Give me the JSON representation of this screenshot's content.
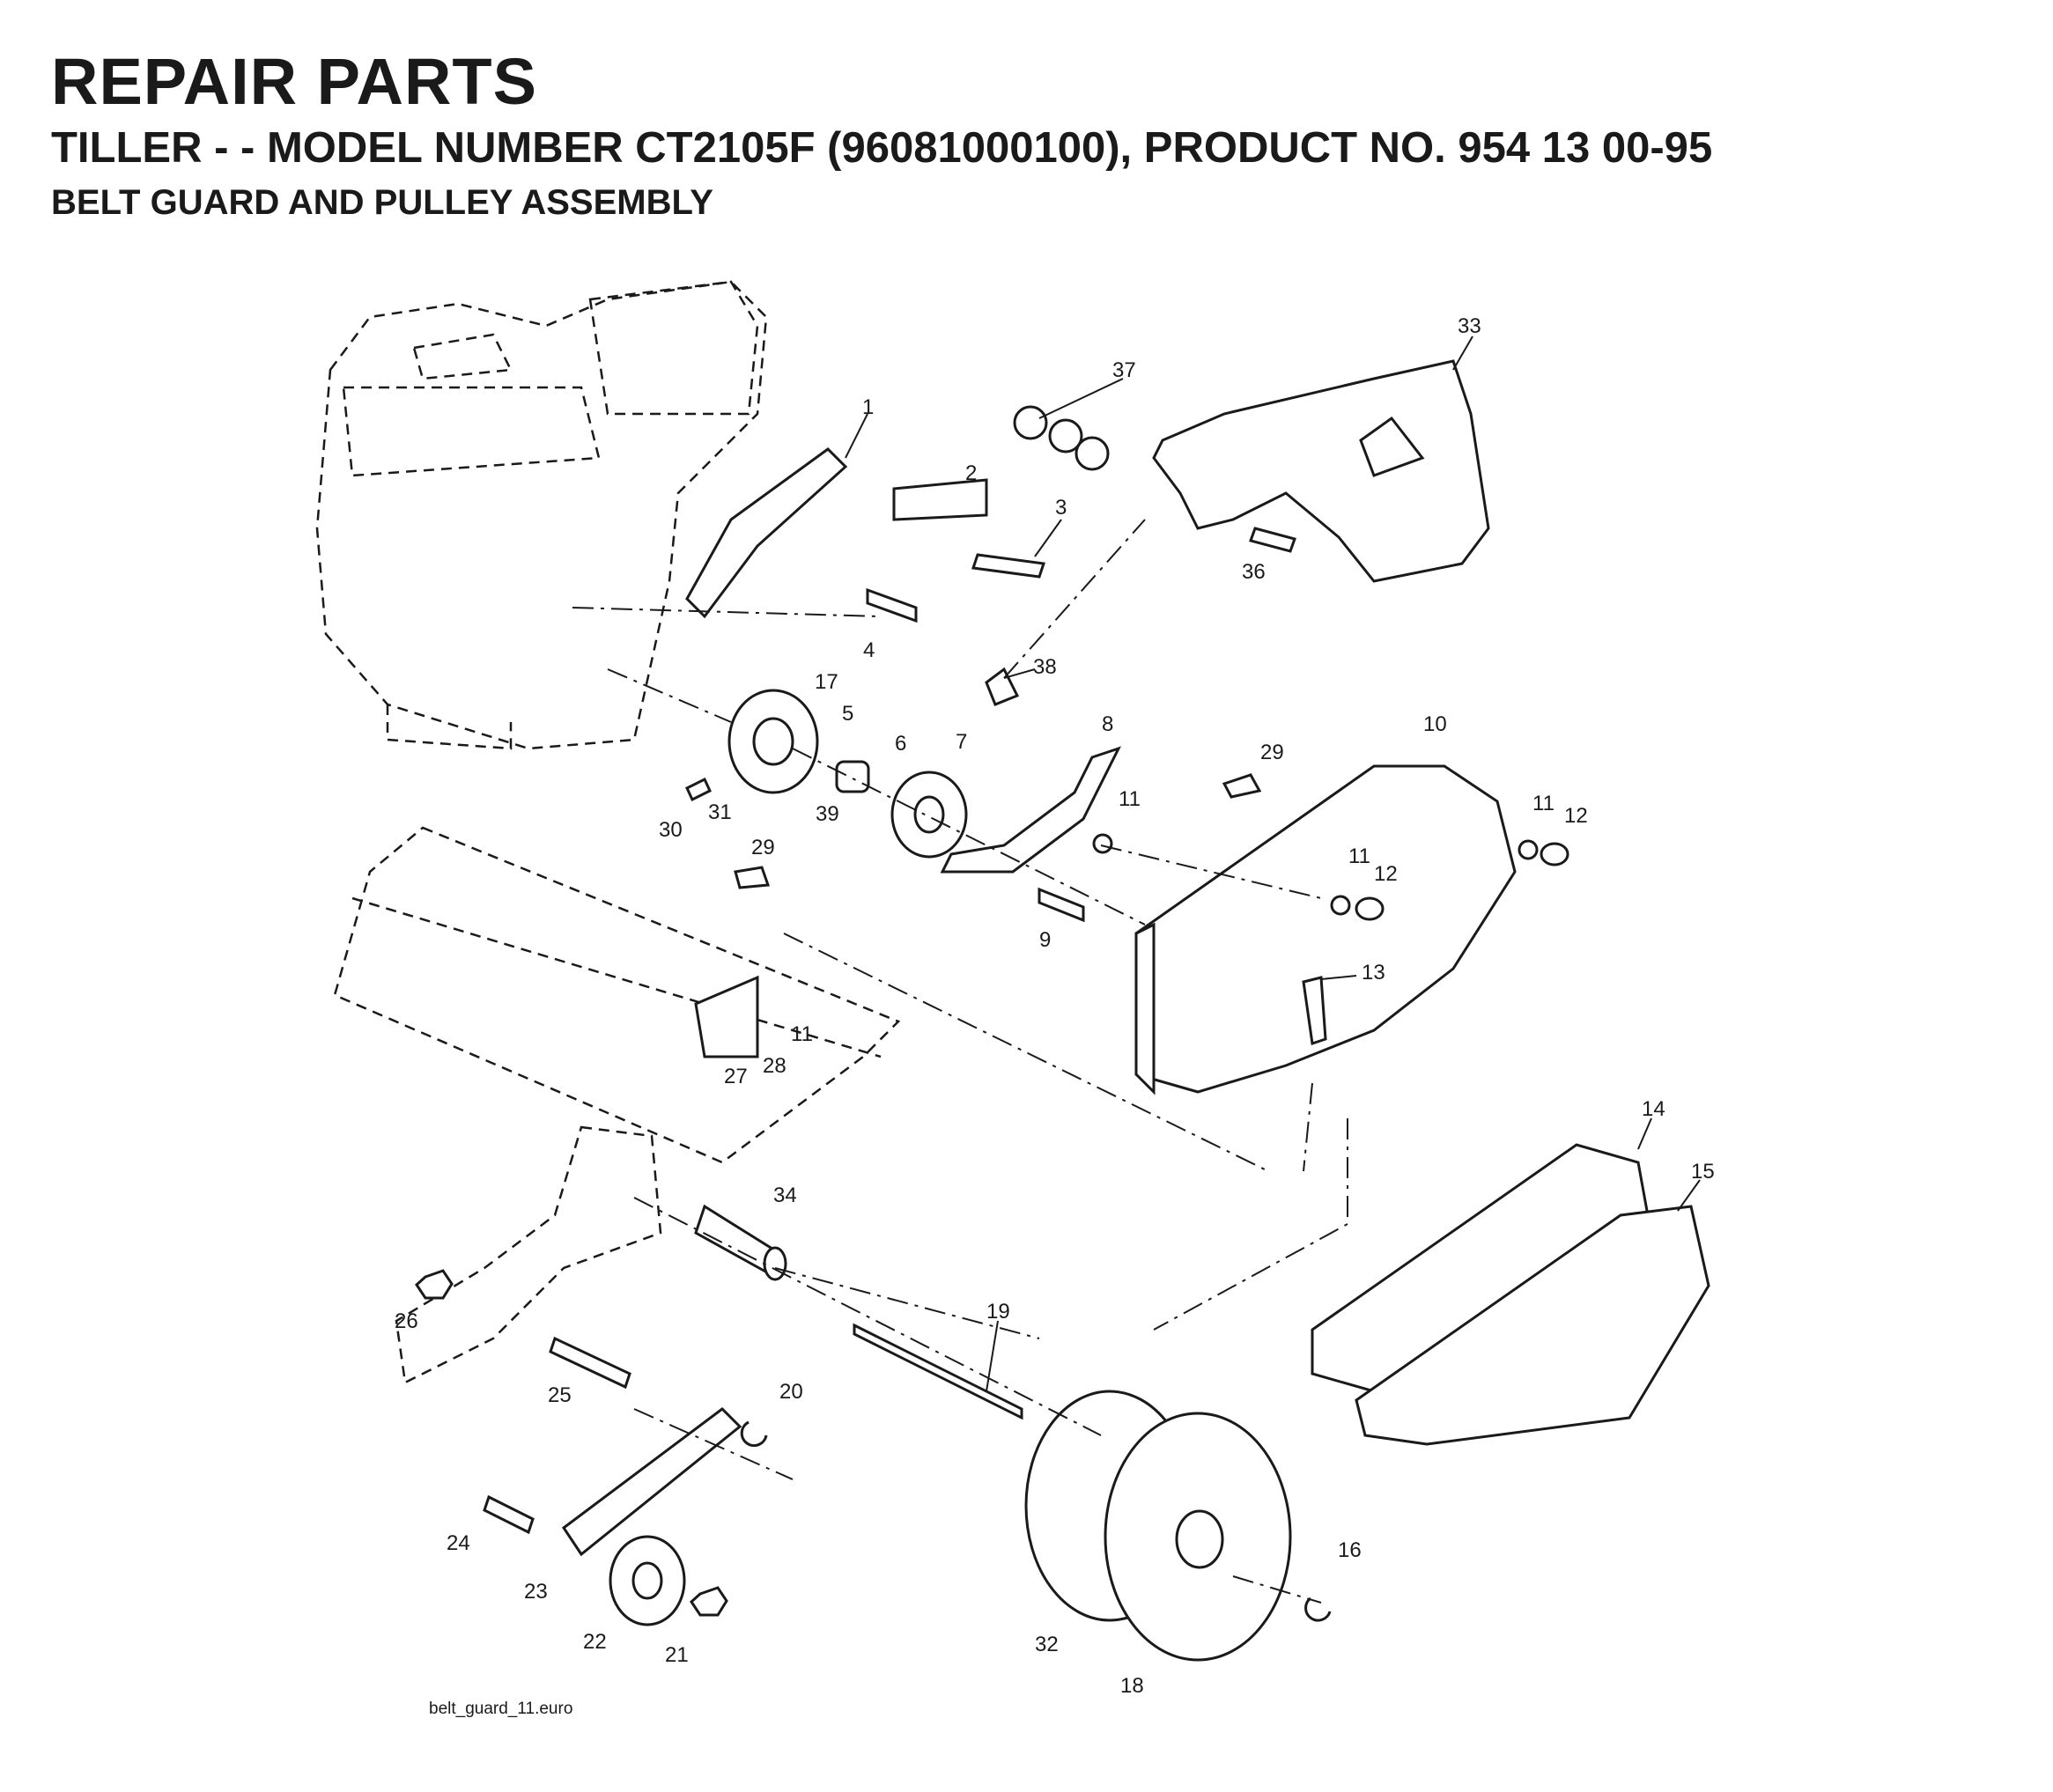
{
  "header": {
    "title": "REPAIR PARTS",
    "subtitle": "TILLER - - MODEL NUMBER CT2105F (96081000100), PRODUCT NO. 954 13 00-95",
    "section": "BELT GUARD AND PULLEY ASSEMBLY"
  },
  "callouts": [
    "33",
    "37",
    "1",
    "2",
    "3",
    "36",
    "4",
    "38",
    "17",
    "5",
    "6",
    "7",
    "8",
    "29",
    "10",
    "11",
    "12",
    "30",
    "31",
    "39",
    "9",
    "13",
    "28",
    "27",
    "14",
    "15",
    "34",
    "19",
    "26",
    "25",
    "20",
    "24",
    "23",
    "22",
    "21",
    "16",
    "32",
    "18"
  ],
  "footer": {
    "file_name": "belt_guard_11.euro"
  }
}
